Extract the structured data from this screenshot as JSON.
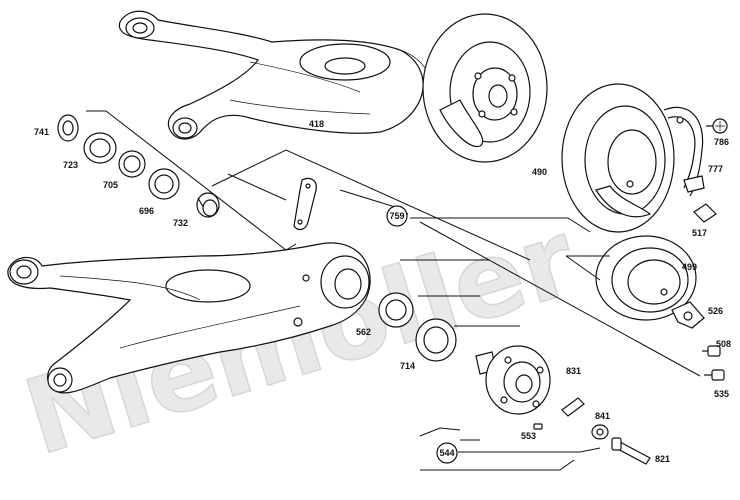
{
  "watermark": "Niemöller",
  "callouts": [
    {
      "id": "p418",
      "text": "418"
    },
    {
      "id": "p741",
      "text": "741"
    },
    {
      "id": "p723",
      "text": "723"
    },
    {
      "id": "p705",
      "text": "705"
    },
    {
      "id": "p696",
      "text": "696"
    },
    {
      "id": "p732",
      "text": "732"
    },
    {
      "id": "p759",
      "text": "759",
      "circled": true
    },
    {
      "id": "p490",
      "text": "490"
    },
    {
      "id": "p786",
      "text": "786"
    },
    {
      "id": "p777",
      "text": "777"
    },
    {
      "id": "p517",
      "text": "517"
    },
    {
      "id": "p499",
      "text": "499"
    },
    {
      "id": "p526",
      "text": "526"
    },
    {
      "id": "p508",
      "text": "508"
    },
    {
      "id": "p535",
      "text": "535"
    },
    {
      "id": "p562",
      "text": "562"
    },
    {
      "id": "p714",
      "text": "714"
    },
    {
      "id": "p831",
      "text": "831"
    },
    {
      "id": "p841",
      "text": "841"
    },
    {
      "id": "p553",
      "text": "553"
    },
    {
      "id": "p544",
      "text": "544",
      "circled": true
    },
    {
      "id": "p821",
      "text": "821"
    }
  ]
}
